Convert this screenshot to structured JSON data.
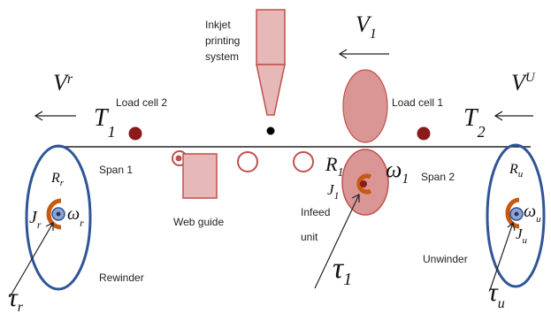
{
  "labels": {
    "inkjet_line1": "Inkjet",
    "inkjet_line2": "printing",
    "inkjet_line3": "system",
    "load_cell_2": "Load cell 2",
    "load_cell_1": "Load cell 1",
    "span_1": "Span 1",
    "span_2": "Span 2",
    "web_guide": "Web guide",
    "infeed_line1": "Infeed",
    "infeed_line2": "unit",
    "rewinder": "Rewinder",
    "unwinder": "Unwinder"
  },
  "symbols": {
    "v1_main": "V",
    "v1_sub": "1",
    "vr_main": "V",
    "vr_sub": "r",
    "vu_main": "V",
    "vu_sub": "U",
    "t1_main": "T",
    "t1_sub": "1",
    "t2_main": "T",
    "t2_sub": "2",
    "rr_main": "R",
    "rr_sub": "r",
    "jr_main": "J",
    "jr_sub": "r",
    "omr_main": "ω",
    "omr_sub": "r",
    "taur_main": "τ",
    "taur_sub": "r",
    "r1_main": "R",
    "r1_sub": "1",
    "j1_main": "J",
    "j1_sub": "1",
    "om1_main": "ω",
    "om1_sub": "1",
    "tau1_main": "τ",
    "tau1_sub": "1",
    "ru_main": "R",
    "ru_sub": "u",
    "ju_main": "J",
    "ju_sub": "u",
    "omu_main": "ω",
    "omu_sub": "u",
    "tauu_main": "τ",
    "tauu_sub": "u"
  },
  "colors": {
    "roll_outline": "#2f5597",
    "hub": "#8fa3d4",
    "orange": "#c55a11",
    "dark_red": "#8b1a1a",
    "red_outline": "#c0504d",
    "pink_fill": "#d99694",
    "light_pink": "#e6b8b7"
  }
}
